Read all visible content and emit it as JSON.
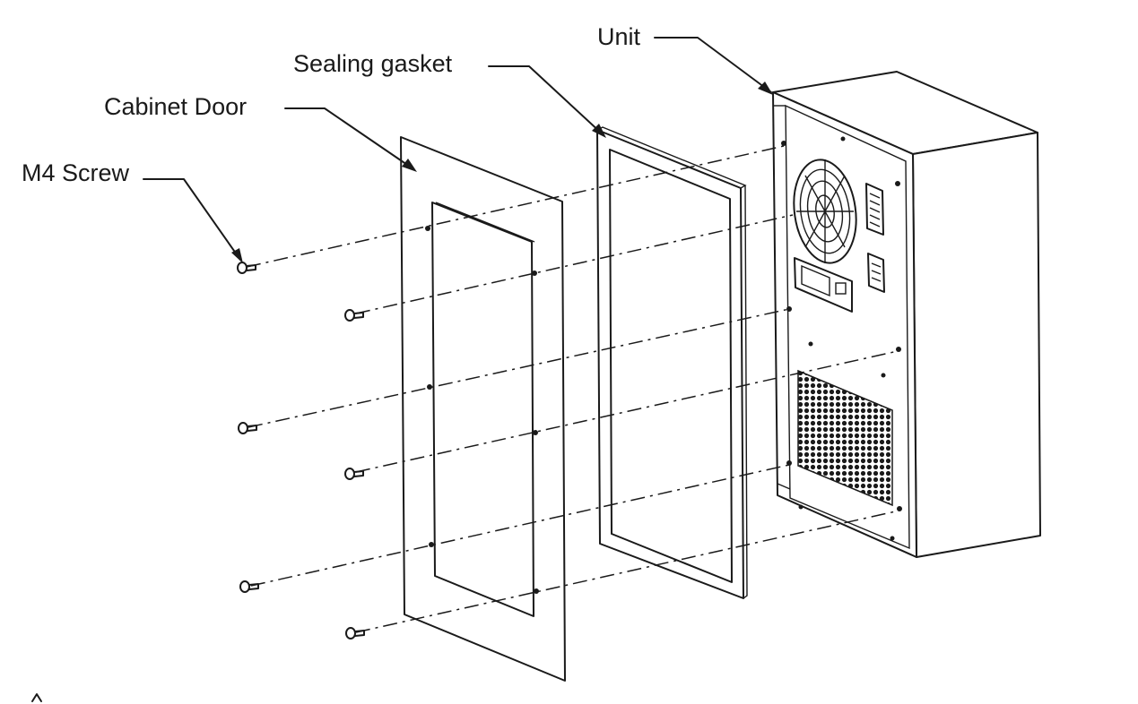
{
  "labels": {
    "unit": "Unit",
    "sealing_gasket": "Sealing gasket",
    "cabinet_door": "Cabinet Door",
    "m4_screw": "M4 Screw"
  },
  "colors": {
    "line": "#1a1a1a",
    "background": "#ffffff"
  }
}
